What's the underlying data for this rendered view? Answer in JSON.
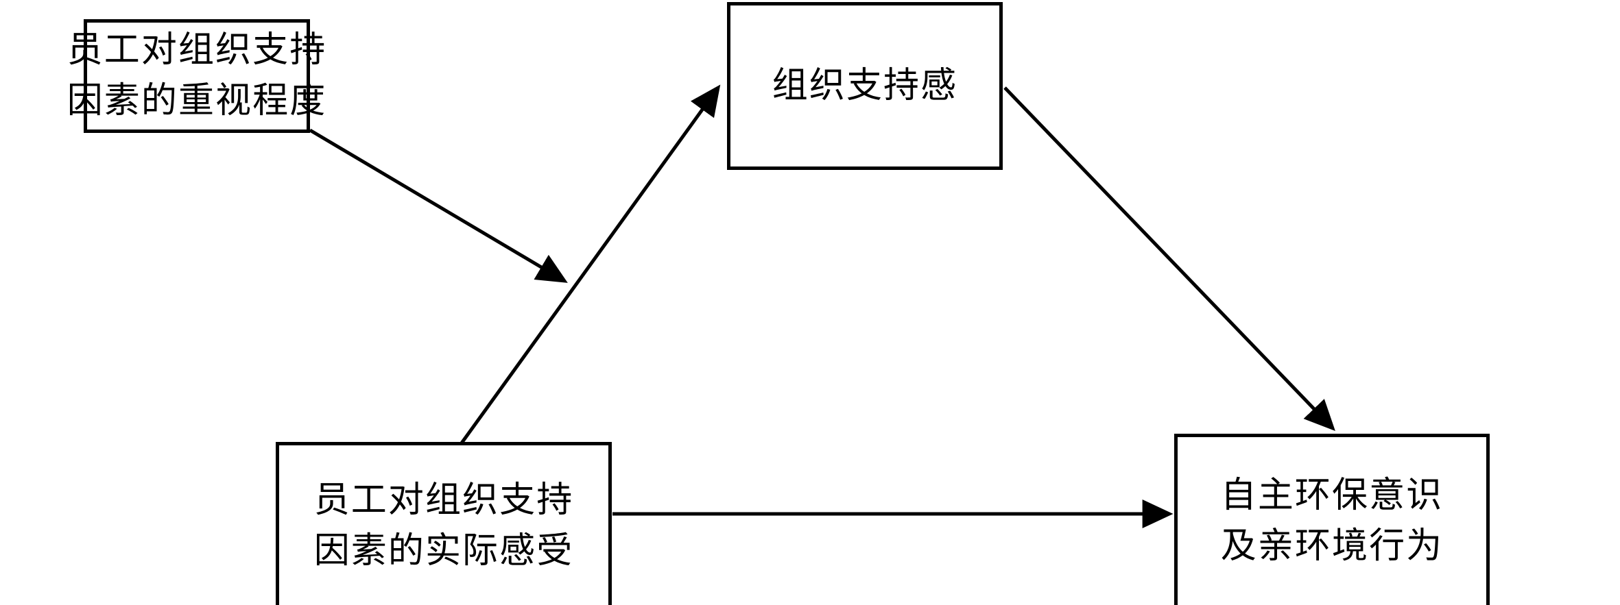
{
  "diagram": {
    "type": "path-model-diagram",
    "background_color": "#ffffff",
    "stroke_color": "#000000",
    "text_color": "#000000",
    "nodes": [
      {
        "id": "importance",
        "name": "employee-importance-of-org-support-factors",
        "lines": [
          "员工对组织支持",
          "因素的重视程度"
        ],
        "position": "top-left"
      },
      {
        "id": "perceived_support",
        "name": "perceived-organizational-support",
        "lines": [
          "组织支持感"
        ],
        "position": "top-center"
      },
      {
        "id": "perception",
        "name": "employee-actual-perception-of-org-support-factors",
        "lines": [
          "员工对组织支持",
          "因素的实际感受"
        ],
        "position": "bottom-left"
      },
      {
        "id": "behavior",
        "name": "autonomous-environmental-awareness-and-pro-environmental-behavior",
        "lines": [
          "自主环保意识",
          "及亲环境行为"
        ],
        "position": "bottom-right"
      }
    ],
    "edges": [
      {
        "id": "edge-importance-to-path",
        "from": "importance",
        "to": "perception-to-perceived-support-path",
        "label": "",
        "arrowhead": "filled-triangle",
        "direction": "down-right"
      },
      {
        "id": "edge-perception-to-perceived-support",
        "from": "perception",
        "to": "perceived_support",
        "label": "",
        "arrowhead": "filled-triangle",
        "direction": "up-right"
      },
      {
        "id": "edge-perceived-support-to-behavior",
        "from": "perceived_support",
        "to": "behavior",
        "label": "",
        "arrowhead": "filled-triangle",
        "direction": "down-right"
      },
      {
        "id": "edge-perception-to-behavior",
        "from": "perception",
        "to": "behavior",
        "label": "",
        "arrowhead": "filled-triangle",
        "direction": "right"
      }
    ]
  }
}
